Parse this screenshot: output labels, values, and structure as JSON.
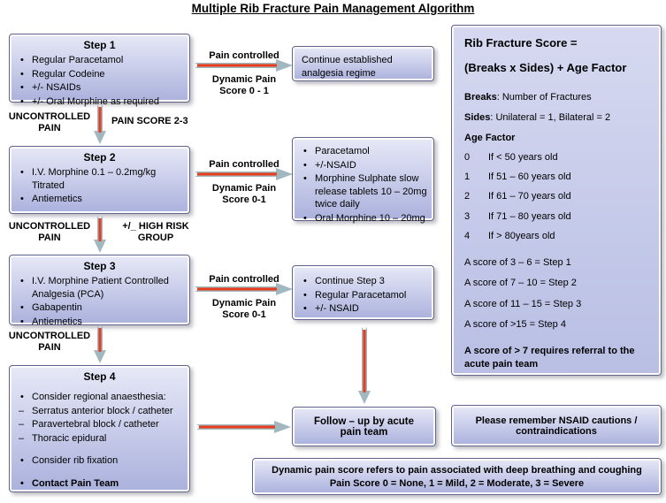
{
  "title": "Multiple Rib Fracture Pain Management Algorithm",
  "steps": [
    {
      "heading": "Step 1",
      "items": [
        "Regular Paracetamol",
        "Regular Codeine",
        "+/- NSAIDs",
        "+/- Oral Morphine as required"
      ]
    },
    {
      "heading": "Step 2",
      "items": [
        "I.V. Morphine 0.1 – 0.2mg/kg Titrated",
        "Antiemetics"
      ]
    },
    {
      "heading": "Step 3",
      "items": [
        "I.V. Morphine Patient Controlled Analgesia (PCA)",
        "Gabapentin",
        "Antiemetics"
      ]
    },
    {
      "heading": "Step 4",
      "bullet1": "Consider regional anaesthesia:",
      "dashes": [
        "Serratus anterior block / catheter",
        "Paravertebral block / catheter",
        "Thoracic epidural"
      ],
      "bullet2": "Consider rib fixation",
      "bullet3": "Contact Pain Team"
    }
  ],
  "transitions": {
    "uncontrolled_pain": "UNCONTROLLED PAIN",
    "pain_score_2_3": "PAIN SCORE 2-3",
    "high_risk_group": "+/_ HIGH RISK GROUP",
    "pain_controlled": "Pain controlled",
    "dynamic1_line1": "Dynamic  Pain",
    "dynamic1_line2": "Score 0 - 1",
    "dynamic2_line1": "Dynamic Pain",
    "dynamic2_line2": "Score 0-1"
  },
  "outcomes": [
    {
      "text": "Continue established analgesia regime"
    },
    {
      "items": [
        "Paracetamol",
        "+/-NSAID",
        "Morphine Sulphate slow release tablets 10 – 20mg twice daily",
        "Oral Morphine 10 – 20mg"
      ]
    },
    {
      "items": [
        "Continue Step 3",
        "Regular Paracetamol",
        "+/- NSAID"
      ]
    }
  ],
  "followup_box": "Follow – up by acute pain team",
  "score_panel": {
    "title_line1": "Rib Fracture Score =",
    "title_line2": "(Breaks x Sides) + Age Factor",
    "breaks_term": "Breaks",
    "breaks_rest": ": Number of Fractures",
    "sides_term": "Sides",
    "sides_rest": ": Unilateral = 1, Bilateral = 2",
    "age_heading": "Age Factor",
    "age_rows": [
      {
        "score": "0",
        "label": "If < 50 years old"
      },
      {
        "score": "1",
        "label": "If 51 – 60 years old"
      },
      {
        "score": "2",
        "label": "If 61 – 70 years old"
      },
      {
        "score": "3",
        "label": "If 71 – 80 years old"
      },
      {
        "score": "4",
        "label": "If > 80years old"
      }
    ],
    "score_map": [
      "A score of 3 – 6 = Step 1",
      "A score of 7 – 10 = Step 2",
      "A score of 11 – 15 = Step 3",
      "A score of >15 = Step 4"
    ],
    "referral_note": "A score of > 7 requires referral to the acute pain team"
  },
  "nsaid_box": "Please remember NSAID cautions / contraindications",
  "bottom_bar": {
    "line1": "Dynamic pain score refers to pain associated with deep breathing and coughing",
    "line2": "Pain Score 0 = None, 1 = Mild, 2 = Moderate, 3 = Severe"
  },
  "colors": {
    "box_fill_top": "#e7e9f6",
    "box_fill_bottom": "#aab1dc",
    "box_border": "#61658b",
    "arrow_red": "#e83c1c",
    "arrow_outline": "#a2b8c0"
  }
}
